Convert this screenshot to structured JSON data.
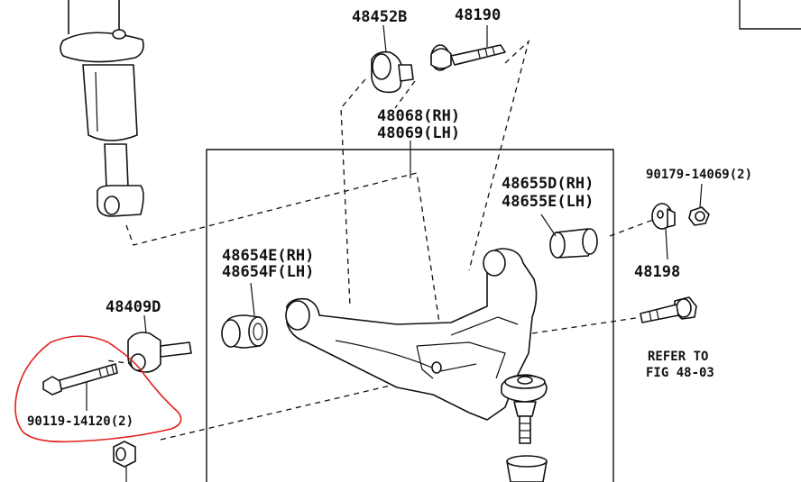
{
  "labels": {
    "p48452b": "48452B",
    "p48190": "48190",
    "p48068": "48068(RH)",
    "p48069": "48069(LH)",
    "p48655d": "48655D(RH)",
    "p48655e": "48655E(LH)",
    "p90179": "90179-14069(2)",
    "p48198": "48198",
    "p48654e": "48654E(RH)",
    "p48654f": "48654F(LH)",
    "p48409d": "48409D",
    "p90119": "90119-14120(2)",
    "refer1": "REFER TO",
    "refer2": "FIG 48-03"
  },
  "highlight": {
    "color": "#e0201c",
    "encloses": "90119-14120(2)"
  }
}
